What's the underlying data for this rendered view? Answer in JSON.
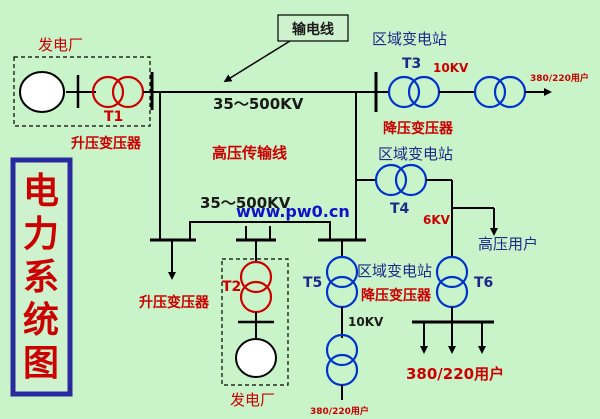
{
  "colors": {
    "background": "#c9f4c9",
    "line": "#000000",
    "transformer": "#0033cc",
    "step_up": "#cc0000",
    "dark_label": "#1a1a1a",
    "blue_label": "#1a2a8a",
    "red_label": "#cc0000",
    "watermark": "#1111cc",
    "title_border": "#2a2aa0"
  },
  "labels": {
    "transmission_line_tag": "输电线",
    "plant_top": "发电厂",
    "plant_bottom": "发电厂",
    "t1": "T1",
    "t2": "T2",
    "t3": "T3",
    "t4": "T4",
    "t5": "T5",
    "t6": "T6",
    "step_up_t1": "升压变压器",
    "step_up_t2": "升压变压器",
    "voltage_main": "35～500KV",
    "voltage_mid": "35～500KV",
    "hv_line": "高压传输线",
    "region_sub_top": "区域变电站",
    "region_sub_mid": "区域变电站",
    "region_sub_bottom": "区域变电站",
    "kv10_top": "10KV",
    "kv10_bottom": "10KV",
    "user_top": "380/220用户",
    "user_bottom_left": "380/220用户",
    "user_bottom_right": "380/220用户",
    "step_down_t3": "降压变压器",
    "step_down_t5": "降压变压器",
    "kv6": "6KV",
    "hv_user": "高压用户",
    "watermark": "www.pw0.cn"
  },
  "title_chars": [
    "电",
    "力",
    "系",
    "统",
    "图"
  ],
  "icons": {
    "transformer": "two-circle-transformer-icon",
    "generator": "generator-circle-icon",
    "arrow": "arrow-down-icon"
  }
}
